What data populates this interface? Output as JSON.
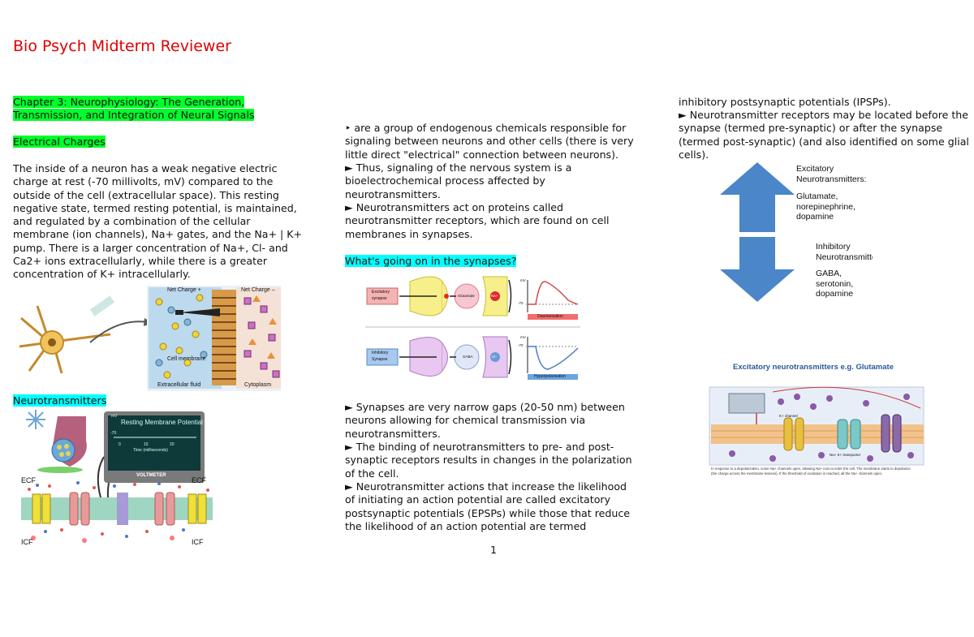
{
  "document": {
    "title": "Bio Psych Midterm Reviewer",
    "page_number": "1"
  },
  "col1": {
    "chapter_heading_line1": "Chapter 3: Neurophysiology: The Generation,",
    "chapter_heading_line2": "Transmission, and Integration of Neural Signals",
    "section1_heading": "Electrical Charges",
    "paragraph1": "The inside of a neuron has a weak negative electric charge at rest (-70 millivolts, mV) compared to the outside of the cell (extracellular space). This resting negative state, termed resting potential, is maintained, and regulated by a combination of the cellular membrane (ion channels), Na+ gates, and the Na+ | K+ pump. There is a larger concentration of Na+, Cl- and Ca2+ ions extracellularly, while there is a greater concentration of K+ intracellularly.",
    "fig1": {
      "net_charge_plus": "Net Charge +",
      "net_charge_minus": "Net Charge –",
      "cell_membrane": "Cell membrane",
      "extracellular_fluid": "Extracellular fluid",
      "cytoplasm": "Cytoplasm"
    },
    "section2_heading": "Neurotransmitters",
    "fig2": {
      "mv": "mV",
      "panel_title": "Resting Membrane Potential",
      "minus70": "-70",
      "axis_ticks": [
        "0",
        "10",
        "20"
      ],
      "time_label": "Time (milliseconds)",
      "voltmeter": "VOLTMETER",
      "ecf_left": "ECF",
      "ecf_right": "ECF",
      "icf_left": "ICF",
      "icf_right": "ICF"
    }
  },
  "col2": {
    "para_a": "‣ are a group of endogenous chemicals responsible for signaling between neurons and other cells (there is very little direct \"electrical\" connection between neurons).",
    "para_b": "► Thus, signaling of the nervous system is a bioelectrochemical process affected by neurotransmitters.",
    "para_c": "► Neurotransmitters act on proteins called neurotransmitter receptors, which are found on cell membranes in synapses.",
    "synapse_heading": "What's going on in the synapses?",
    "fig3": {
      "excitatory_line1": "Excitatory",
      "excitatory_line2": "synapse",
      "inhibitory_line1": "Inhibitory",
      "inhibitory_line2": "Synapse",
      "glutamate": "Glutamate",
      "gaba": "GABA",
      "na": "Na+",
      "cl": "Cl-",
      "mv_top": "mV",
      "mv_bottom": "mV",
      "minus70_top": "-70",
      "minus70_bottom": "-70",
      "depolarisation": "Depolarisation",
      "hyperpolarisation": "Hyperpolarisation"
    },
    "para_d": "► Synapses are very narrow gaps (20-50 nm) between neurons allowing for chemical transmission via neurotransmitters.",
    "para_e": "► The binding of neurotransmitters to pre- and post-synaptic receptors results in changes in the polarization of the cell.",
    "para_f": "► Neurotransmitter actions that increase the likelihood of initiating an action potential are called excitatory postsynaptic potentials (EPSPs) while those that reduce the likelihood of an action potential are termed"
  },
  "col3": {
    "para_a": "inhibitory postsynaptic potentials (IPSPs).",
    "para_b": "► Neurotransmitter receptors may be located before the synapse (termed pre-synaptic) or after the synapse (termed post-synaptic) (and also identified on some glial cells).",
    "fig4": {
      "excitatory_title_line1": "Excitatory",
      "excitatory_title_line2": "Neurotransmitters:",
      "excitatory_list_line1": "Glutamate,",
      "excitatory_list_line2": "norepinephrine,",
      "excitatory_list_line3": "dopamine",
      "inhibitory_title_line1": "Inhibitory",
      "inhibitory_title_line2": "Neurotransmitters:",
      "inhibitory_list_line1": "GABA, serotonin,",
      "inhibitory_list_line2": "dopamine"
    },
    "fig5": {
      "title": "Excitatory neurotransmitters e.g. Glutamate",
      "k_channel": "K+ channel",
      "na_k_transporter": "Na+ K+ transporter",
      "caption_line1": "In response to a depolarization, some Na+ channels open, allowing Na+ ions to enter the cell. The membrane starts to depolarize",
      "caption_line2": "(the charge across the membrane lessens). If the threshold of excitation is reached, all the Na+ channels open."
    }
  },
  "colors": {
    "title_red": "#e00000",
    "highlight_green": "#00ff2a",
    "highlight_cyan": "#00ffff",
    "arrow_blue": "#4a86c8"
  }
}
